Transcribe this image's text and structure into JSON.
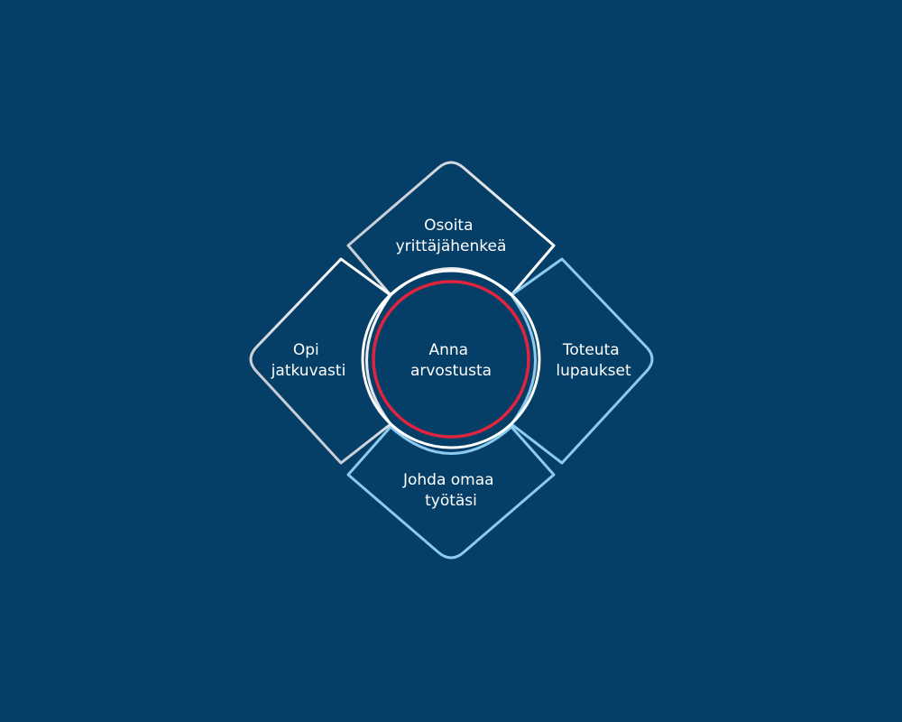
{
  "colors": {
    "background": "#053f67",
    "outline_white": "#ffffff",
    "outline_light_blue": "#8ccbf0",
    "outline_grey": "#c9ced6",
    "center_ring_red": "#e0243f"
  },
  "diagram": {
    "center": {
      "line1": "Anna",
      "line2": "arvostusta"
    },
    "top": {
      "line1": "Osoita",
      "line2": "yrittäjähenkeä"
    },
    "right": {
      "line1": "Toteuta",
      "line2": "lupaukset"
    },
    "bottom": {
      "line1": "Johda omaa",
      "line2": "työtäsi"
    },
    "left": {
      "line1": "Opi",
      "line2": "jatkuvasti"
    }
  }
}
